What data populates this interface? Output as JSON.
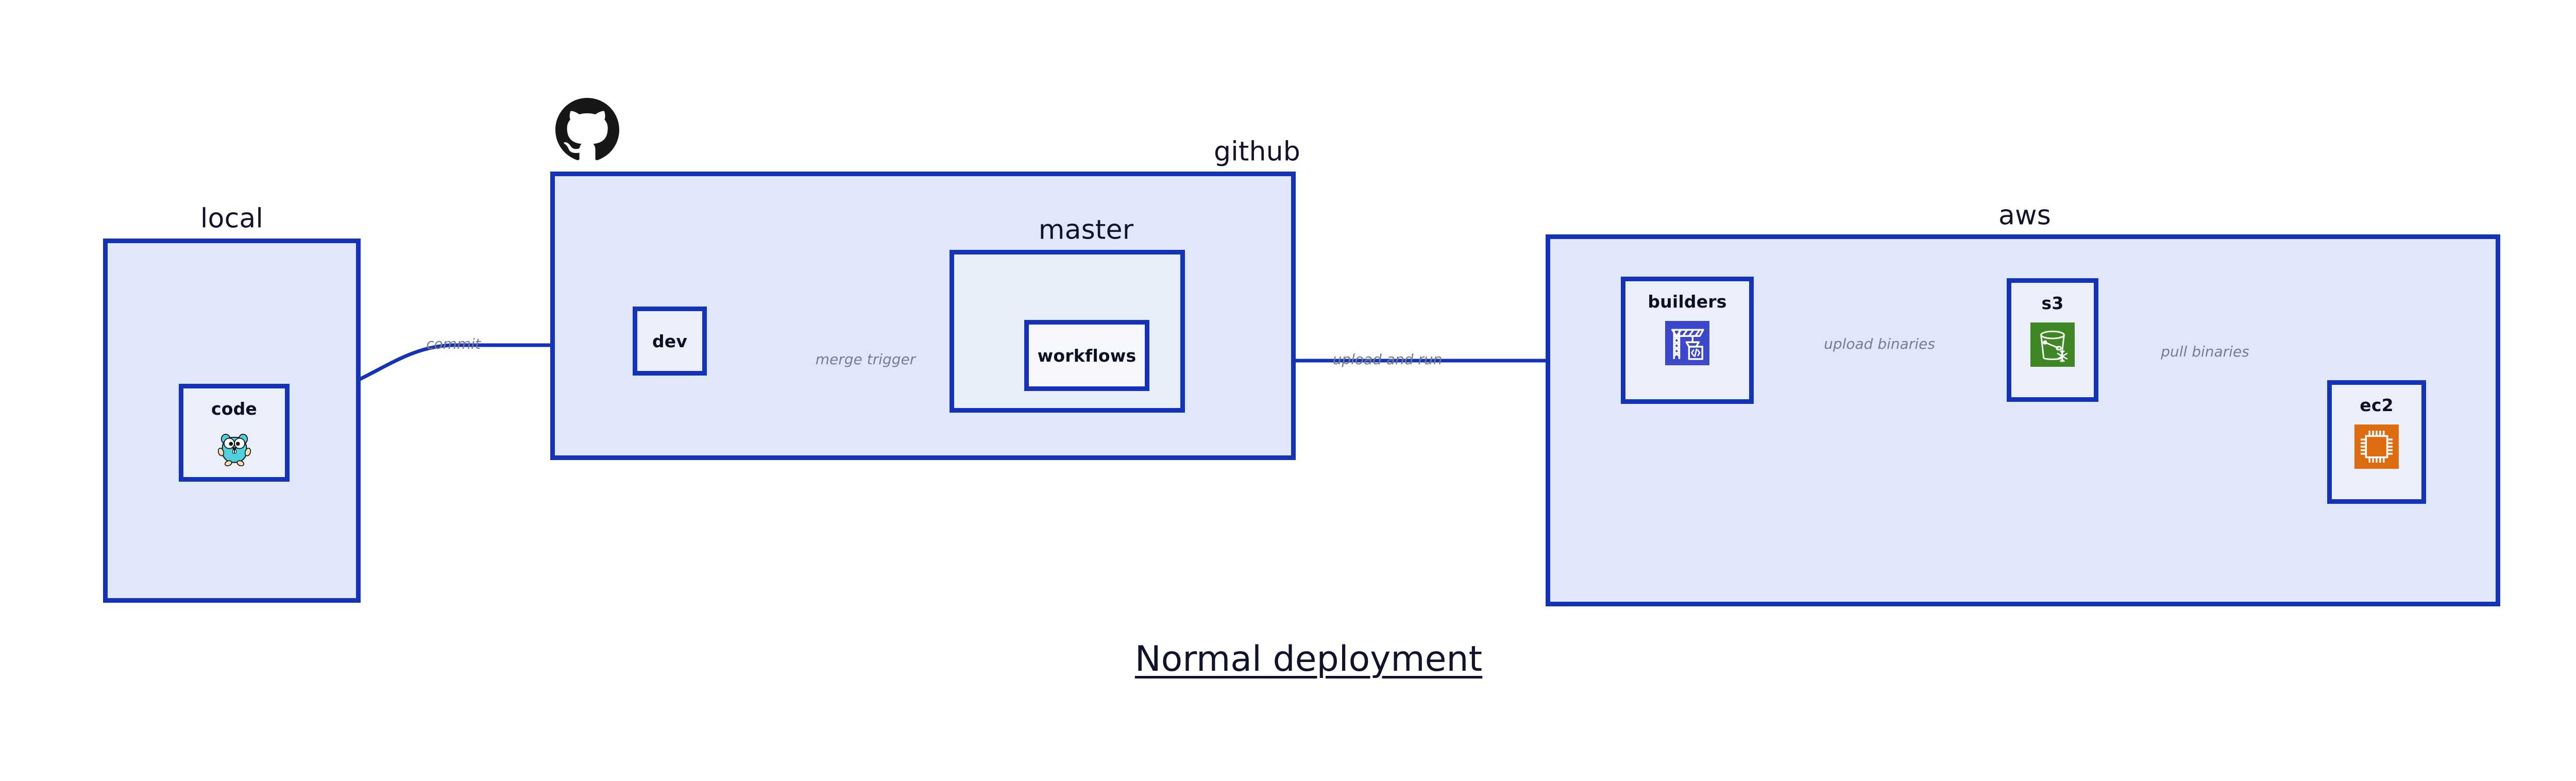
{
  "diagram": {
    "title": "Normal deployment",
    "colors": {
      "border": "#1433B8",
      "group_fill": "#E1E7FA",
      "inner_group_fill": "#E9EEFB",
      "node_fill": "#EBEFFC",
      "plain_node_fill": "#F6F8FE",
      "label_text": "#101329",
      "edge_label_text": "#787D8C",
      "codebuild_orange": "#3B48CC",
      "s3_green": "#3F8624",
      "ec2_orange": "#DD6B10",
      "go_cyan": "#4FD0E0",
      "github_black": "#181616"
    }
  },
  "groups": {
    "local": {
      "label": "local"
    },
    "github": {
      "label": "github"
    },
    "master": {
      "label": "master"
    },
    "aws": {
      "label": "aws"
    }
  },
  "nodes": {
    "code": {
      "label": "code",
      "icon": "go-gopher-icon"
    },
    "dev": {
      "label": "dev",
      "icon": null
    },
    "workflows": {
      "label": "workflows",
      "icon": null
    },
    "builders": {
      "label": "builders",
      "icon": "aws-codebuild-icon"
    },
    "s3": {
      "label": "s3",
      "icon": "aws-s3-glacier-icon"
    },
    "ec2": {
      "label": "ec2",
      "icon": "aws-ec2-icon"
    }
  },
  "edges": [
    {
      "id": "commit",
      "label": "commit",
      "from": "code",
      "to": "dev"
    },
    {
      "id": "merge-trigger",
      "label": "merge trigger",
      "from": "dev",
      "to": "workflows"
    },
    {
      "id": "upload-and-run",
      "label": "upload and run",
      "from": "workflows",
      "to": "builders"
    },
    {
      "id": "upload-binaries",
      "label": "upload binaries",
      "from": "builders",
      "to": "s3"
    },
    {
      "id": "pull-binaries",
      "label": "pull binaries",
      "from": "s3",
      "to": "ec2"
    }
  ],
  "logos": {
    "github": "github-octocat-icon"
  }
}
